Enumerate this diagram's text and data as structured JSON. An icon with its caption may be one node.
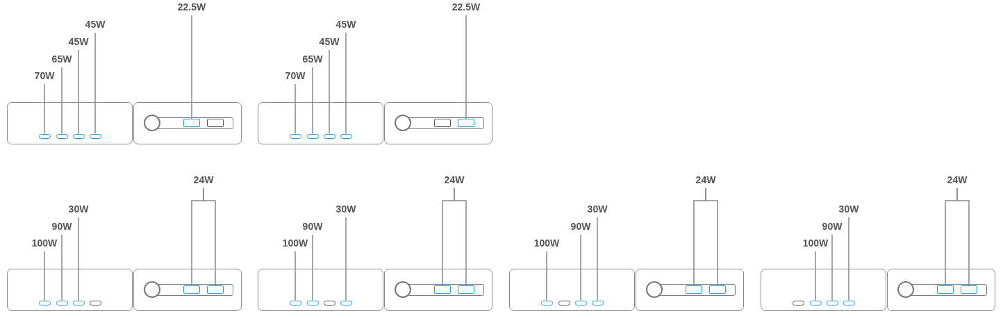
{
  "diagram": {
    "nodes": [
      {
        "text": [
          "70W"
        ]
      },
      {
        "text": [
          "65W"
        ]
      },
      {
        "text": [
          "45W"
        ]
      },
      {
        "text": [
          "45W"
        ]
      },
      {
        "text": [
          "22.5W"
        ]
      },
      {
        "text": [],
        "shape": "box"
      },
      {
        "text": [],
        "shape": "box"
      },
      {
        "text": [],
        "shape": "box"
      },
      {
        "text": [],
        "shape": "box"
      },
      {
        "text": [],
        "shape": "box"
      },
      {
        "text": [],
        "shape": "box"
      },
      {
        "text": [
          "70W"
        ]
      },
      {
        "text": [
          "65W"
        ]
      },
      {
        "text": [
          "45W"
        ]
      },
      {
        "text": [
          "45W"
        ]
      },
      {
        "text": [
          "22.5W"
        ]
      },
      {
        "text": [],
        "shape": "box"
      },
      {
        "text": [],
        "shape": "box"
      },
      {
        "text": [],
        "shape": "box"
      },
      {
        "text": [],
        "shape": "box"
      },
      {
        "text": [],
        "shape": "box"
      },
      {
        "text": [],
        "shape": "box"
      },
      {
        "text": [
          "100W"
        ]
      },
      {
        "text": [
          "90W"
        ]
      },
      {
        "text": [
          "30W"
        ]
      },
      {
        "text": [
          "24W"
        ]
      },
      {
        "text": [],
        "shape": "box"
      },
      {
        "text": [],
        "shape": "box"
      },
      {
        "text": [],
        "shape": "box"
      },
      {
        "text": [],
        "shape": "box"
      },
      {
        "text": [],
        "shape": "box"
      },
      {
        "text": [],
        "shape": "box"
      },
      {
        "text": [
          "100W"
        ]
      },
      {
        "text": [
          "90W"
        ]
      },
      {
        "text": [
          "30W"
        ]
      },
      {
        "text": [
          "24W"
        ]
      },
      {
        "text": [],
        "shape": "box"
      },
      {
        "text": [],
        "shape": "box"
      },
      {
        "text": [],
        "shape": "box"
      },
      {
        "text": [],
        "shape": "box"
      },
      {
        "text": [],
        "shape": "box"
      },
      {
        "text": [],
        "shape": "box"
      },
      {
        "text": [
          "100W"
        ]
      },
      {
        "text": [
          "90W"
        ]
      },
      {
        "text": [
          "30W"
        ]
      },
      {
        "text": [
          "24W"
        ]
      },
      {
        "text": [],
        "shape": "box"
      },
      {
        "text": [],
        "shape": "box"
      },
      {
        "text": [],
        "shape": "box"
      },
      {
        "text": [],
        "shape": "box"
      },
      {
        "text": [],
        "shape": "box"
      },
      {
        "text": [],
        "shape": "box"
      },
      {
        "text": [
          "100W"
        ]
      },
      {
        "text": [
          "90W"
        ]
      },
      {
        "text": [
          "30W"
        ]
      },
      {
        "text": [
          "24W"
        ]
      },
      {
        "text": [],
        "shape": "box"
      },
      {
        "text": [],
        "shape": "box"
      },
      {
        "text": [],
        "shape": "box"
      },
      {
        "text": [],
        "shape": "box"
      },
      {
        "text": [],
        "shape": "box"
      },
      {
        "text": [],
        "shape": "box"
      }
    ],
    "edges": [
      {
        "from": 0,
        "to": 5,
        "arrow": "none"
      },
      {
        "from": 1,
        "to": 6,
        "arrow": "none"
      },
      {
        "from": 2,
        "to": 7,
        "arrow": "none"
      },
      {
        "from": 3,
        "to": 8,
        "arrow": "none"
      },
      {
        "from": 4,
        "to": 9,
        "arrow": "none"
      },
      {
        "from": 11,
        "to": 16,
        "arrow": "none"
      },
      {
        "from": 12,
        "to": 17,
        "arrow": "none"
      },
      {
        "from": 13,
        "to": 18,
        "arrow": "none"
      },
      {
        "from": 14,
        "to": 19,
        "arrow": "none"
      },
      {
        "from": 15,
        "to": 21,
        "arrow": "none"
      },
      {
        "from": 22,
        "to": 26,
        "arrow": "none"
      },
      {
        "from": 23,
        "to": 27,
        "arrow": "none"
      },
      {
        "from": 24,
        "to": 28,
        "arrow": "none"
      },
      {
        "from": 25,
        "to": 30,
        "arrow": "none"
      },
      {
        "from": 25,
        "to": 31,
        "arrow": "none"
      },
      {
        "from": 32,
        "to": 36,
        "arrow": "none"
      },
      {
        "from": 33,
        "to": 37,
        "arrow": "none"
      },
      {
        "from": 34,
        "to": 39,
        "arrow": "none"
      },
      {
        "from": 35,
        "to": 40,
        "arrow": "none"
      },
      {
        "from": 35,
        "to": 41,
        "arrow": "none"
      },
      {
        "from": 42,
        "to": 46,
        "arrow": "none"
      },
      {
        "from": 43,
        "to": 48,
        "arrow": "none"
      },
      {
        "from": 44,
        "to": 49,
        "arrow": "none"
      },
      {
        "from": 45,
        "to": 50,
        "arrow": "none"
      },
      {
        "from": 45,
        "to": 51,
        "arrow": "none"
      },
      {
        "from": 52,
        "to": 57,
        "arrow": "none"
      },
      {
        "from": 53,
        "to": 58,
        "arrow": "none"
      },
      {
        "from": 54,
        "to": 59,
        "arrow": "none"
      },
      {
        "from": 55,
        "to": 60,
        "arrow": "none"
      },
      {
        "from": 55,
        "to": 61,
        "arrow": "none"
      }
    ]
  }
}
